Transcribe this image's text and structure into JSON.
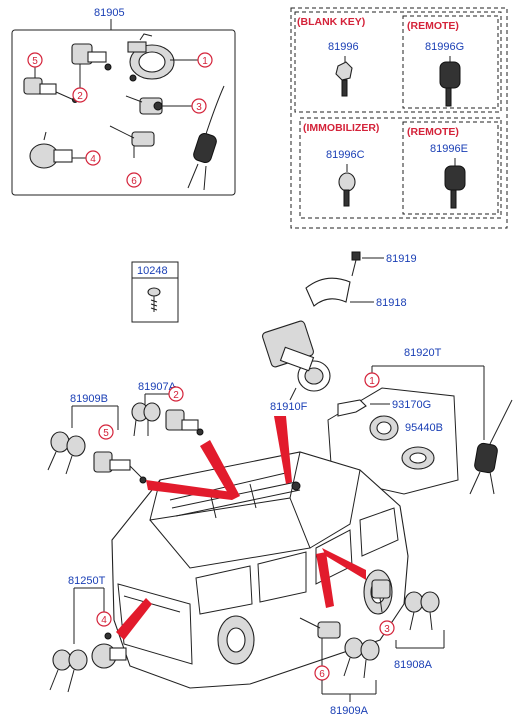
{
  "part_labels": {
    "p81905": "81905",
    "p81996": "81996",
    "p81996g": "81996G",
    "p81996c": "81996C",
    "p81996e": "81996E",
    "p10248": "10248",
    "p81919": "81919",
    "p81918": "81918",
    "p81920t": "81920T",
    "p81907a": "81907A",
    "p81909b": "81909B",
    "p81910f": "81910F",
    "p93170g": "93170G",
    "p95440b": "95440B",
    "p81250t": "81250T",
    "p81908a": "81908A",
    "p81909a": "81909A"
  },
  "section_labels": {
    "blank_key": "(BLANK KEY)",
    "remote_1": "(REMOTE)",
    "immobilizer": "(IMMOBILIZER)",
    "remote_2": "(REMOTE)"
  },
  "callouts": {
    "c1a": "1",
    "c2a": "2",
    "c3a": "3",
    "c4a": "4",
    "c5a": "5",
    "c6a": "6",
    "c1b": "1",
    "c2b": "2",
    "c5b": "5",
    "c4b": "4",
    "c3b": "3",
    "c6b": "6"
  },
  "colors": {
    "part_number": "#1a3fb5",
    "callout": "#d4233a",
    "pointer": "#e21b2c"
  }
}
